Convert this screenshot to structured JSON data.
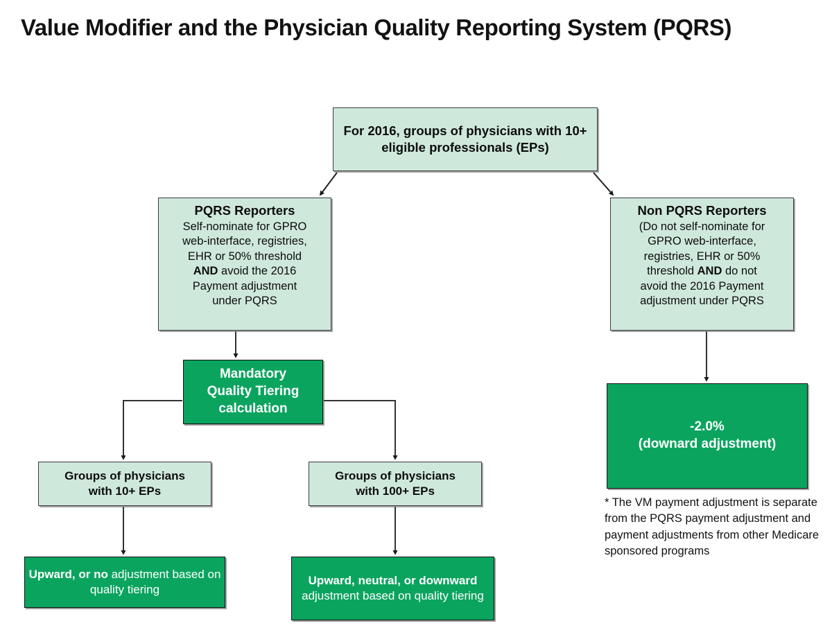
{
  "page": {
    "title": "Value Modifier and the Physician Quality Reporting System (PQRS)"
  },
  "colors": {
    "light_box_fill": "#cfe8dc",
    "dark_box_fill": "#0ba45f",
    "box_border": "#3a3a3a",
    "dark_box_text": "#ffffff",
    "light_box_text": "#0d0d0d",
    "connector": "#333333",
    "background": "#ffffff"
  },
  "nodes": {
    "top": {
      "text": "For 2016, groups of physicians with 10+ eligible professionals (EPs)"
    },
    "pqrs_reporters": {
      "heading": "PQRS Reporters",
      "line1": "Self-nominate for GPRO",
      "line2": "web-interface, registries,",
      "line3": "EHR or 50% threshold",
      "bold_and": "AND",
      "line4": " avoid the 2016",
      "line5": "Payment adjustment",
      "line6": "under PQRS"
    },
    "non_pqrs_reporters": {
      "heading": "Non PQRS Reporters",
      "line1": "(Do not self-nominate for",
      "line2": "GPRO web-interface,",
      "line3": "registries, EHR or 50%",
      "line4": "threshold ",
      "bold_and": "AND",
      "line5": " do not",
      "line6": "avoid the 2016 Payment",
      "line7": "adjustment under PQRS"
    },
    "quality_tiering": {
      "line1": "Mandatory",
      "line2": "Quality Tiering",
      "line3": "calculation"
    },
    "groups_10": {
      "line1": "Groups of physicians",
      "line2": "with 10+ EPs"
    },
    "groups_100": {
      "line1": "Groups of physicians",
      "line2": "with 100+ EPs"
    },
    "upward_or_no": {
      "bold_part": "Upward, or no",
      "rest": " adjustment based on quality tiering"
    },
    "upward_neutral_downward": {
      "bold_part": "Upward, neutral, or downward",
      "rest": " adjustment based on quality tiering"
    },
    "downward_adjustment": {
      "line1": "-2.0%",
      "line2": "(downard adjustment)"
    }
  },
  "footnote": {
    "text": "* The VM payment adjustment is separate from the PQRS payment adjustment and payment adjustments from other Medicare sponsored programs"
  },
  "chart_data": {
    "type": "flowchart",
    "title": "Value Modifier and the Physician Quality Reporting System (PQRS)",
    "nodes": [
      {
        "id": "top",
        "label": "For 2016, groups of physicians with 10+ eligible professionals (EPs)",
        "style": "light"
      },
      {
        "id": "pqrs_reporters",
        "label": "PQRS Reporters — Self-nominate for GPRO web-interface, registries, EHR or 50% threshold AND avoid the 2016 Payment adjustment under PQRS",
        "style": "light"
      },
      {
        "id": "non_pqrs_reporters",
        "label": "Non PQRS Reporters — (Do not self-nominate for GPRO web-interface, registries, EHR or 50% threshold AND do not avoid the 2016 Payment adjustment under PQRS",
        "style": "light"
      },
      {
        "id": "quality_tiering",
        "label": "Mandatory Quality Tiering calculation",
        "style": "dark"
      },
      {
        "id": "groups_10",
        "label": "Groups of physicians with 10+ EPs",
        "style": "light"
      },
      {
        "id": "groups_100",
        "label": "Groups of physicians with 100+ EPs",
        "style": "light"
      },
      {
        "id": "upward_or_no",
        "label": "Upward, or no adjustment based on quality tiering",
        "style": "dark"
      },
      {
        "id": "upward_neutral_downward",
        "label": "Upward, neutral, or downward adjustment based on quality tiering",
        "style": "dark"
      },
      {
        "id": "downward_adjustment",
        "label": "-2.0% (downard adjustment)",
        "style": "dark"
      }
    ],
    "edges": [
      {
        "from": "top",
        "to": "pqrs_reporters",
        "kind": "diagonal-arrow"
      },
      {
        "from": "top",
        "to": "non_pqrs_reporters",
        "kind": "diagonal-arrow"
      },
      {
        "from": "pqrs_reporters",
        "to": "quality_tiering",
        "kind": "straight-arrow"
      },
      {
        "from": "non_pqrs_reporters",
        "to": "downward_adjustment",
        "kind": "straight-arrow"
      },
      {
        "from": "quality_tiering",
        "to": "groups_10",
        "kind": "elbow-arrow"
      },
      {
        "from": "quality_tiering",
        "to": "groups_100",
        "kind": "elbow-arrow"
      },
      {
        "from": "groups_10",
        "to": "upward_or_no",
        "kind": "straight-arrow"
      },
      {
        "from": "groups_100",
        "to": "upward_neutral_downward",
        "kind": "straight-arrow"
      }
    ]
  }
}
